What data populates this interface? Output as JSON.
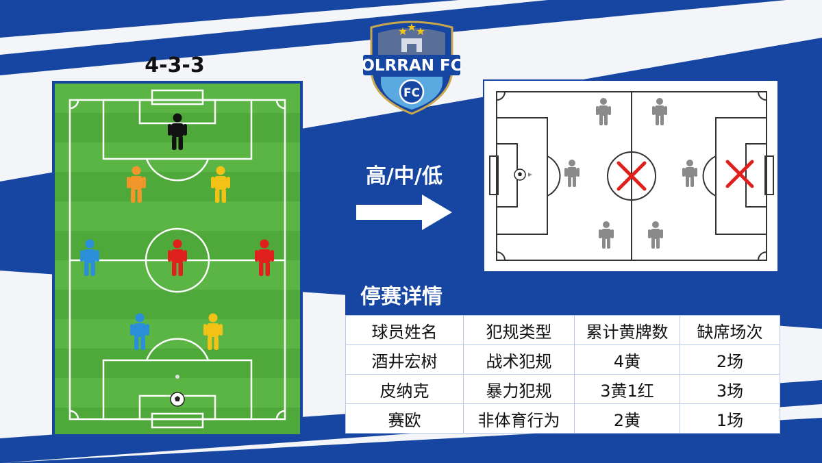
{
  "formation": "4-3-3",
  "club": {
    "name": "OLRRAN FC",
    "badge_text": "FC"
  },
  "pressing_levels": "高/中/低",
  "suspension": {
    "title": "停赛详情",
    "headers": [
      "球员姓名",
      "犯规类型",
      "累计黄牌数",
      "缺席场次"
    ],
    "rows": [
      [
        "酒井宏树",
        "战术犯规",
        "4黄",
        "2场"
      ],
      [
        "皮纳克",
        "暴力犯规",
        "3黄1红",
        "3场"
      ],
      [
        "赛欧",
        "非体育行为",
        "2黄",
        "1场"
      ]
    ]
  },
  "colors": {
    "brand_blue": "#1746a2",
    "pitch_green": "#4fa83a",
    "goalkeeper": "#111111",
    "defender": "#2a8fd8",
    "midfield_orange": "#f0962a",
    "midfield_yellow": "#f2c316",
    "attacker": "#e0201c",
    "absent_mark": "#e0201c",
    "right_player": "#8a8a8a"
  },
  "icons": [
    "player-icon",
    "soccer-ball-icon",
    "cross-icon",
    "arrow-right-icon",
    "star-icon"
  ]
}
